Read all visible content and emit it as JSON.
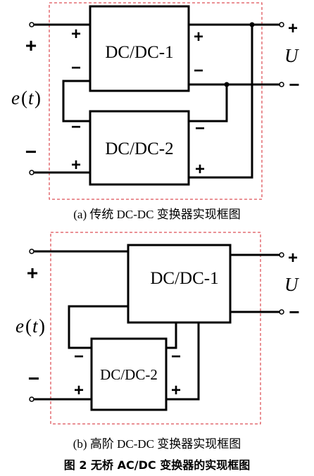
{
  "diagram_a": {
    "block1": "DC/DC-1",
    "block2": "DC/DC-2",
    "input_plus": "+",
    "input_minus": "−",
    "input_var": "e",
    "input_arg": "t",
    "output_plus": "+",
    "output_minus": "−",
    "output_var": "U",
    "caption": "(a)  传统 DC-DC 变换器实现框图"
  },
  "diagram_b": {
    "block1": "DC/DC-1",
    "block2": "DC/DC-2",
    "input_plus": "+",
    "input_minus": "−",
    "input_var": "e",
    "input_arg": "t",
    "output_plus": "+",
    "output_minus": "−",
    "output_var": "U",
    "caption": "(b)  高阶 DC-DC 变换器实现框图"
  },
  "figure_title": "图 2    无桥 AC/DC 变换器的实现框图",
  "colors": {
    "dashed_border": "#d4232b",
    "ink": "#000000"
  }
}
